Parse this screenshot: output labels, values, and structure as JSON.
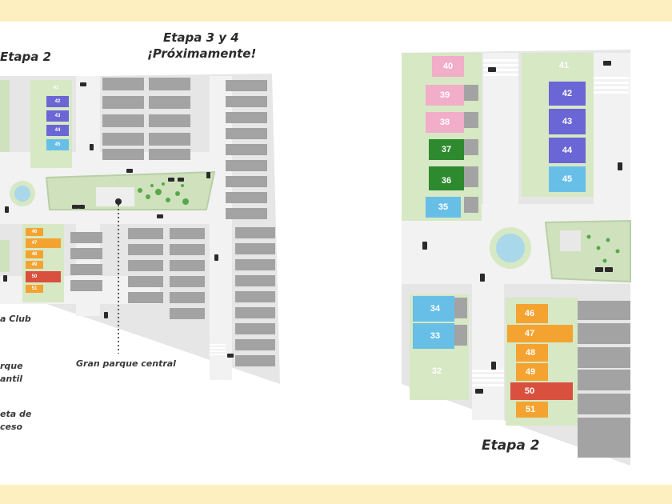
{
  "stage_titles": {
    "left_stage2": "Etapa 2",
    "stage34_line1": "Etapa 3 y 4",
    "stage34_line2": "¡Próximamente!",
    "right_stage2": "Etapa 2"
  },
  "side_labels": {
    "club": "a Club",
    "park_line1": "rque",
    "park_line2": "antil",
    "access_line1": "eta de",
    "access_line2": "ceso"
  },
  "park_label": "Gran parque central",
  "lot_colors": {
    "blue": "#6b66d6",
    "light_blue": "#67bfe8",
    "pink": "#f2adc9",
    "dark_green": "#2e8a2e",
    "orange": "#f4a330",
    "red": "#d9503f",
    "gray": "#a3a3a3",
    "green_plot": "#c6dcb2"
  },
  "lots_right": [
    {
      "n": "40",
      "color": "pink"
    },
    {
      "n": "39",
      "color": "pink"
    },
    {
      "n": "38",
      "color": "pink"
    },
    {
      "n": "37",
      "color": "dark_green"
    },
    {
      "n": "36",
      "color": "dark_green"
    },
    {
      "n": "35",
      "color": "light_blue"
    },
    {
      "n": "41",
      "color": "green_plot"
    },
    {
      "n": "42",
      "color": "blue"
    },
    {
      "n": "43",
      "color": "blue"
    },
    {
      "n": "44",
      "color": "blue"
    },
    {
      "n": "45",
      "color": "light_blue"
    },
    {
      "n": "34",
      "color": "light_blue"
    },
    {
      "n": "33",
      "color": "light_blue"
    },
    {
      "n": "32",
      "color": "green_plot"
    },
    {
      "n": "46",
      "color": "orange"
    },
    {
      "n": "47",
      "color": "orange"
    },
    {
      "n": "48",
      "color": "orange"
    },
    {
      "n": "49",
      "color": "orange"
    },
    {
      "n": "50",
      "color": "red"
    },
    {
      "n": "51",
      "color": "orange"
    }
  ],
  "lots_left": [
    {
      "n": "41"
    },
    {
      "n": "42"
    },
    {
      "n": "43"
    },
    {
      "n": "44"
    },
    {
      "n": "45"
    },
    {
      "n": "46"
    },
    {
      "n": "47"
    },
    {
      "n": "48"
    },
    {
      "n": "49"
    },
    {
      "n": "50"
    },
    {
      "n": "51"
    }
  ]
}
